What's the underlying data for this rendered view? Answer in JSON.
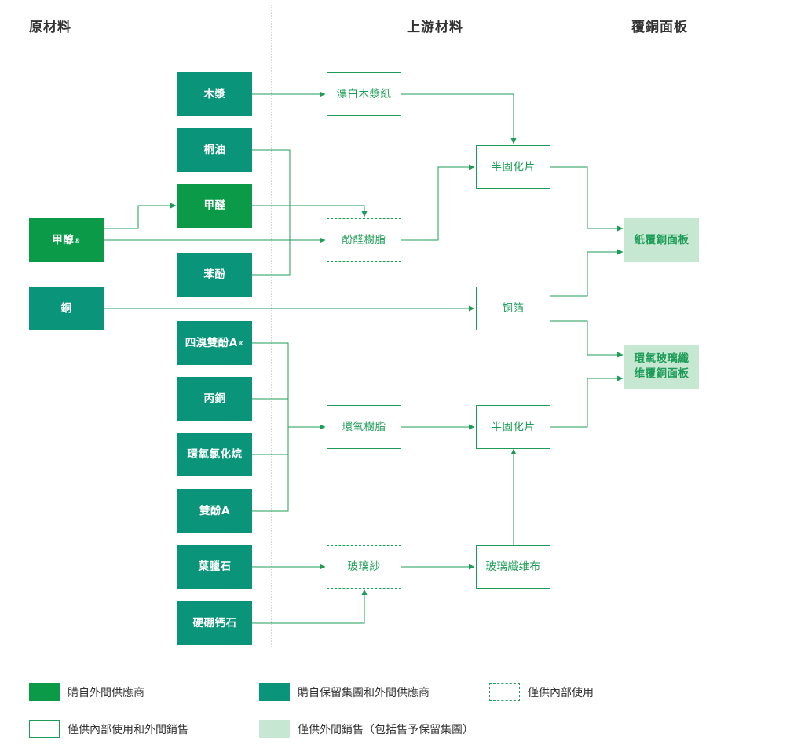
{
  "columns": {
    "raw": "原材料",
    "upstream": "上游材料",
    "ccl": "覆銅面板"
  },
  "nodes": {
    "methanol": "甲醇",
    "copper": "銅",
    "wood_pulp": "木漿",
    "tung_oil": "桐油",
    "formaldehyde": "甲醛",
    "phenol": "苯酚",
    "tbbpa": "四溴雙酚A",
    "acetone": "丙銅",
    "epichlorohydrin": "環氧氯化烷",
    "bisphenol_a": "雙酚A",
    "pyrophyllite": "葉臘石",
    "colemanite": "硬硼钙石",
    "bleached_kraft": "漂白木漿紙",
    "phenolic_resin": "酚醛樹脂",
    "epoxy_resin": "環氧樹脂",
    "glass_yarn": "玻璃紗",
    "prepreg_top": "半固化片",
    "copper_foil": "铜箔",
    "prepreg_bottom": "半固化片",
    "glass_fabric": "玻璃纖维布",
    "paper_ccl": "紙覆銅面板",
    "epoxy_ccl_line1": "環氧玻璃纖",
    "epoxy_ccl_line2": "维覆銅面板"
  },
  "marks": {
    "registered": "®"
  },
  "legend": {
    "external": "購自外間供應商",
    "group_and_external": "購自保留集團和外間供應商",
    "internal_only": "僅供內部使用",
    "internal_and_external": "僅供內部使用和外間銷售",
    "external_sales": "僅供外間銷售（包括售予保留集團）"
  },
  "colors": {
    "external": "#0a9a48",
    "group": "#0a957a",
    "line": "#1d9c57",
    "light": "#c6e8d3"
  }
}
